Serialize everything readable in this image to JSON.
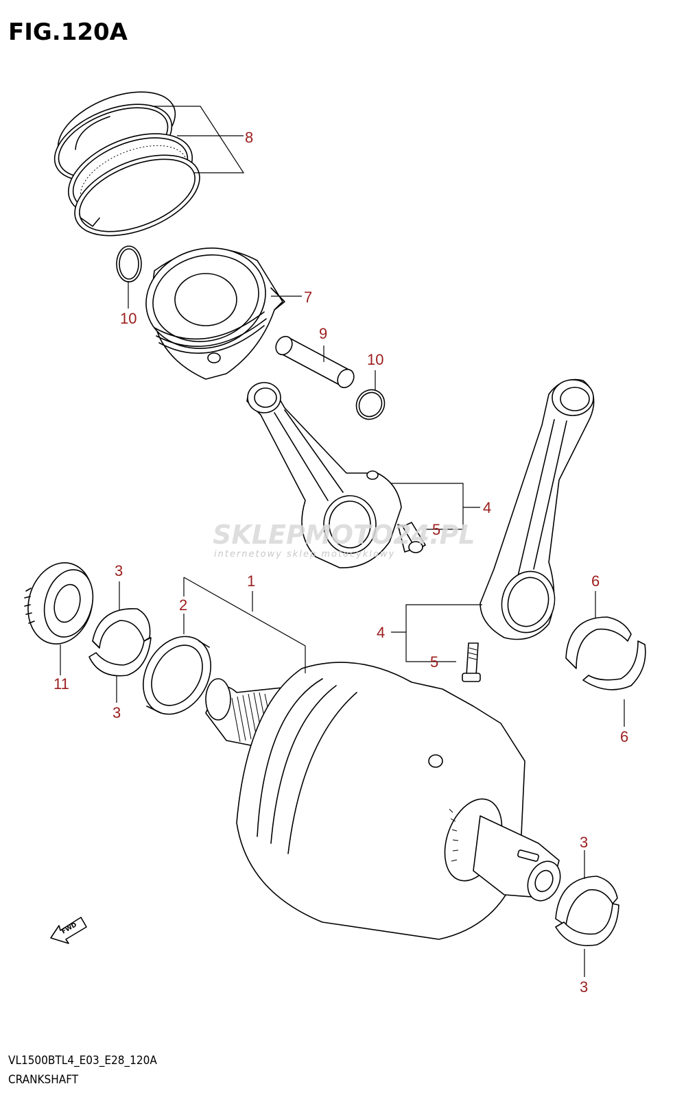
{
  "figure": {
    "title": "FIG.120A",
    "model_code": "VL1500BTL4_E03_E28_120A",
    "section_name": "CRANKSHAFT"
  },
  "watermark": {
    "brand": "SKLEPMOTO24.PL",
    "tagline": "internetowy sklep motocyklowy"
  },
  "fwd_label": "FWD",
  "callouts": {
    "c1": "1",
    "c2": "2",
    "c3a": "3",
    "c3b": "3",
    "c3c": "3",
    "c3d": "3",
    "c4a": "4",
    "c4b": "4",
    "c5a": "5",
    "c5b": "5",
    "c6a": "6",
    "c6b": "6",
    "c7": "7",
    "c8": "8",
    "c9": "9",
    "c10a": "10",
    "c10b": "10",
    "c11": "11"
  },
  "colors": {
    "callout": "#9b1c1c",
    "line": "#000000",
    "watermark": "#d9d9d9"
  }
}
